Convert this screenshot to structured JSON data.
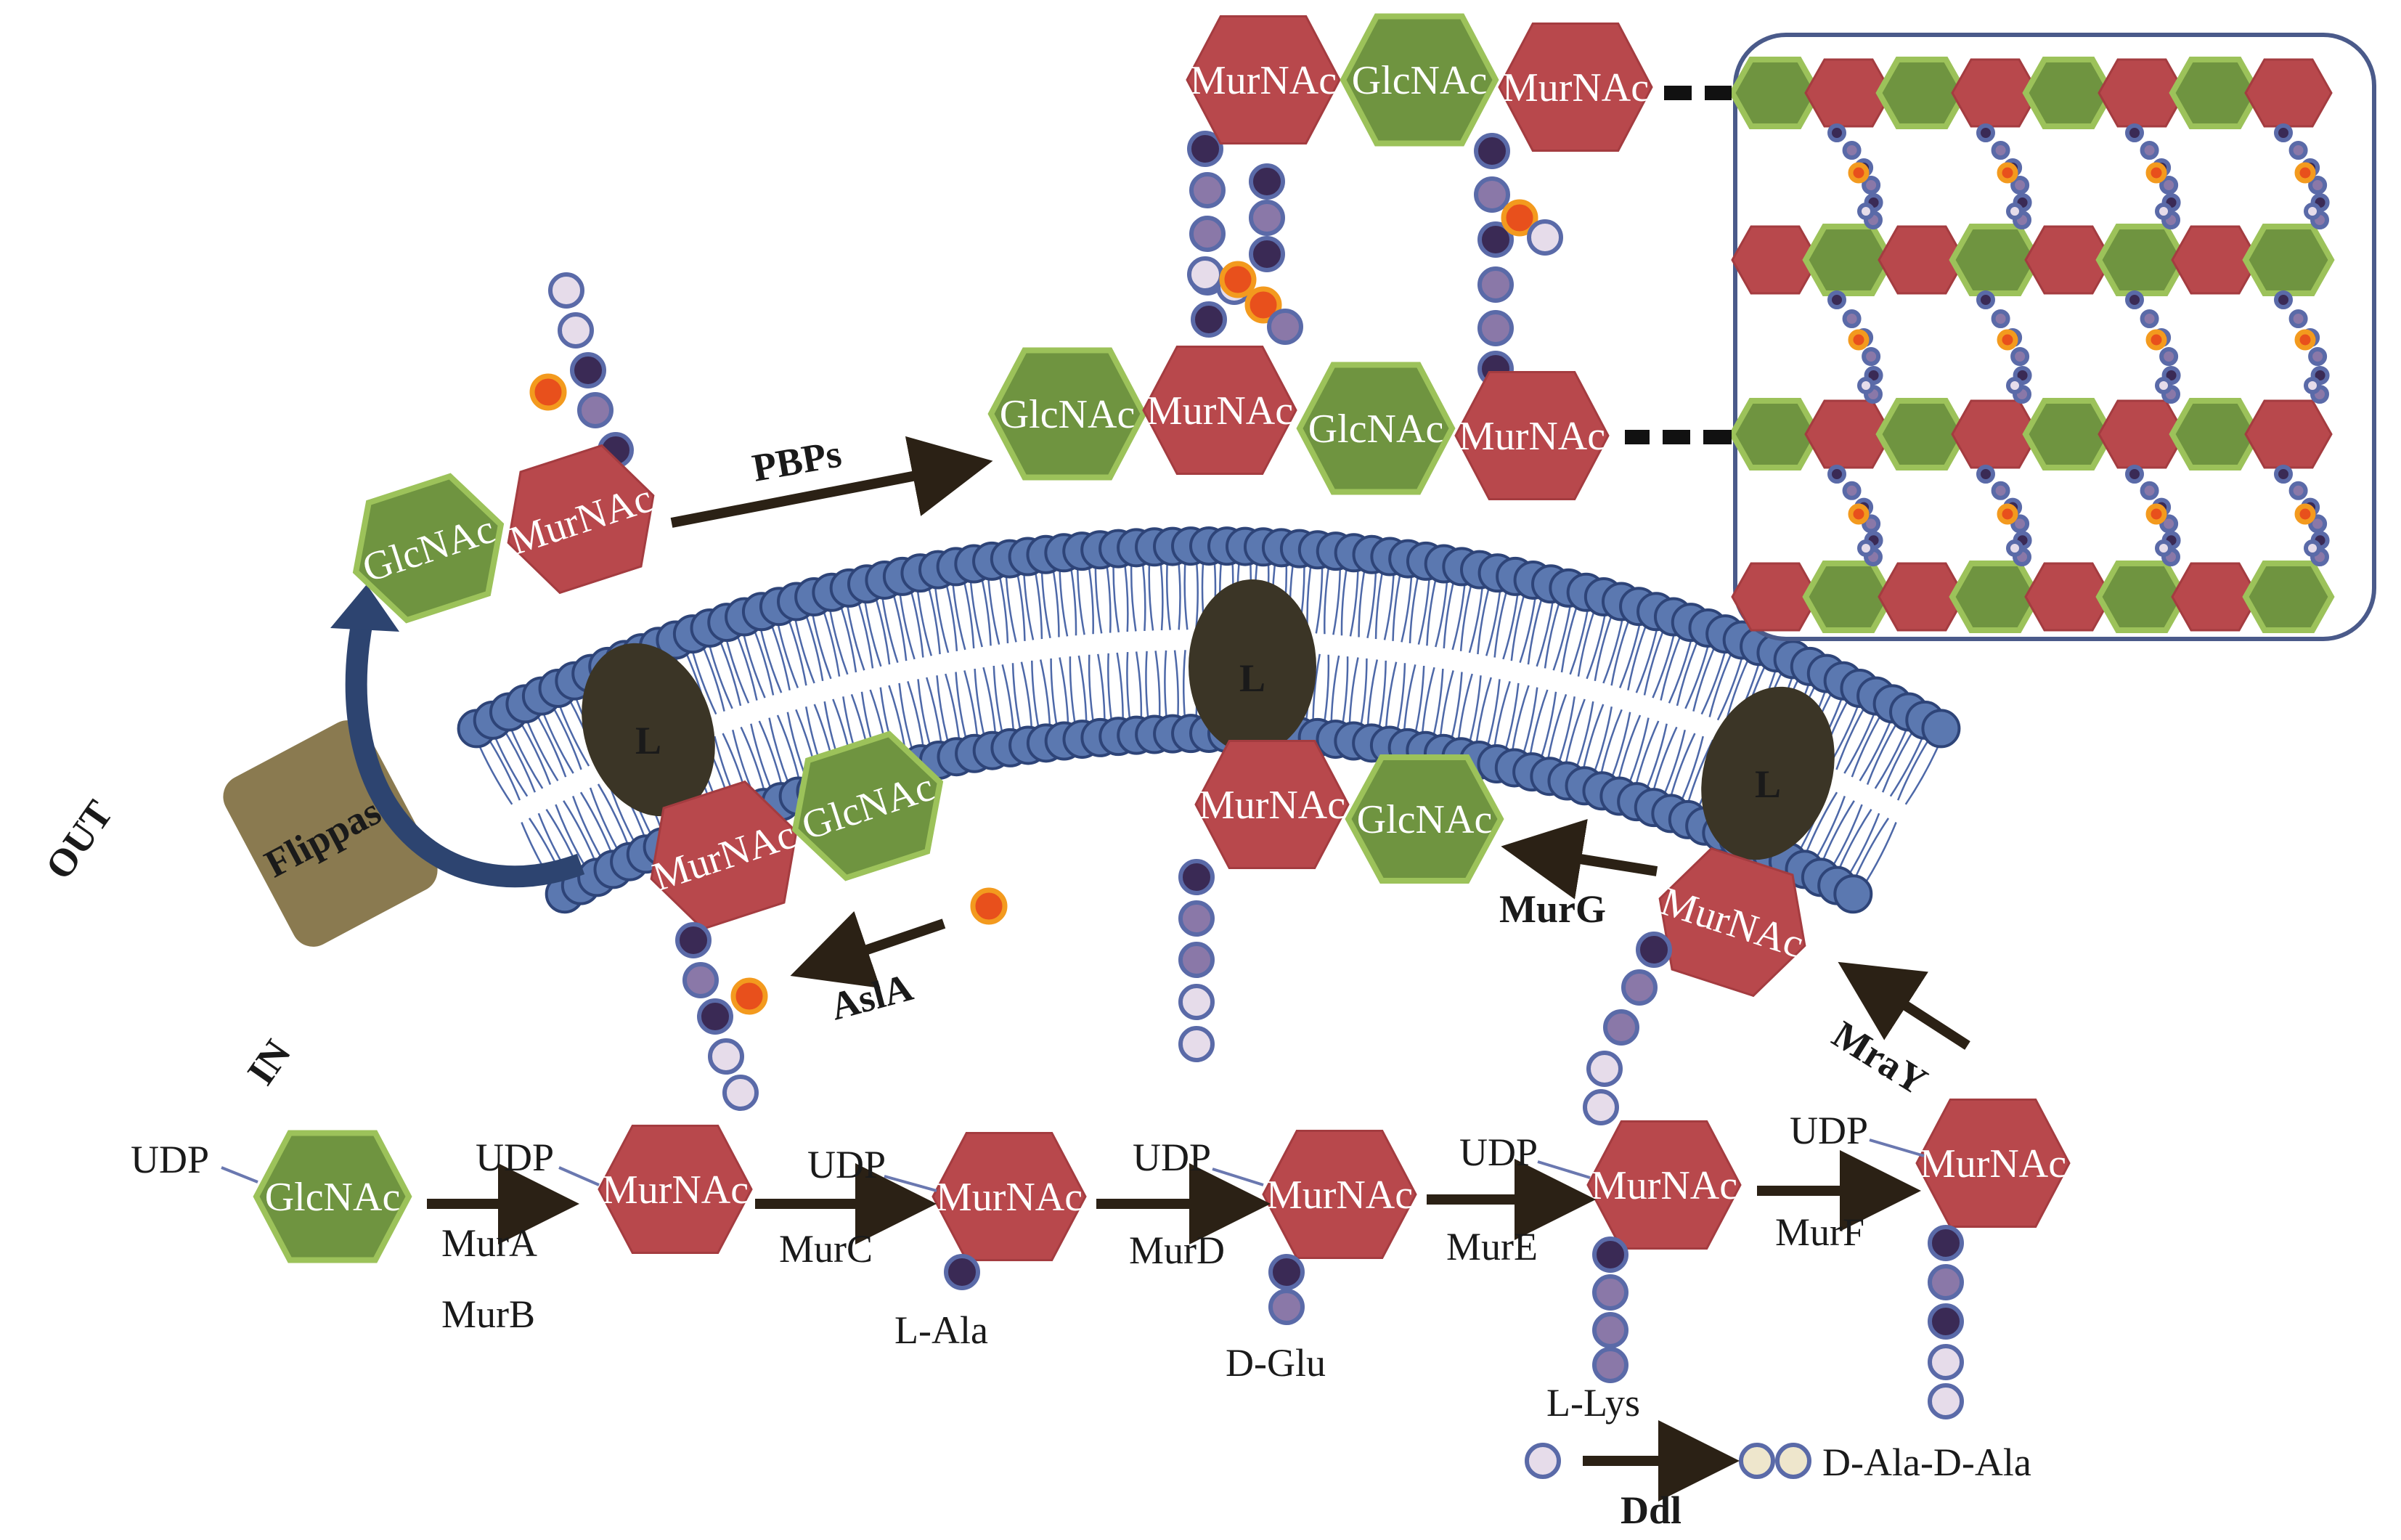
{
  "labels": {
    "out": "OUT",
    "in": "IN",
    "flippase": "Flippase",
    "lipid": "L",
    "pbps": "PBPs",
    "asla": "AslA",
    "murg": "MurG",
    "mray": "MraY",
    "mura": "MurA",
    "murb": "MurB",
    "murc": "MurC",
    "murd": "MurD",
    "mure": "MurE",
    "murf": "MurF",
    "ddl": "Ddl",
    "udp": "UDP",
    "glcnac": "GlcNAc",
    "murnac": "MurNAc",
    "l_ala": "L-Ala",
    "d_glu": "D-Glu",
    "l_lys": "L-Lys",
    "d_ala_d_ala": "D-Ala-D-Ala"
  },
  "colors": {
    "glcnac_fill": "#6f9440",
    "glcnac_stroke": "#9cc25a",
    "murnac_fill": "#b8484c",
    "membrane_head": "#5b78b0",
    "lipid_carrier": "#3b3526",
    "flippase": "#8a7a50",
    "arrow_blue": "#2d4470",
    "dark_arrow": "#2b2115",
    "aa_dark": "#3a2a55",
    "aa_mid": "#8a78a8",
    "aa_light": "#e6dcea",
    "aa_orange": "#f39a1e"
  },
  "steps": [
    "MurA",
    "MurB",
    "MurC",
    "MurD",
    "MurE",
    "MurF",
    "MraY",
    "MurG",
    "AslA",
    "Flippase",
    "PBPs",
    "Ddl"
  ]
}
